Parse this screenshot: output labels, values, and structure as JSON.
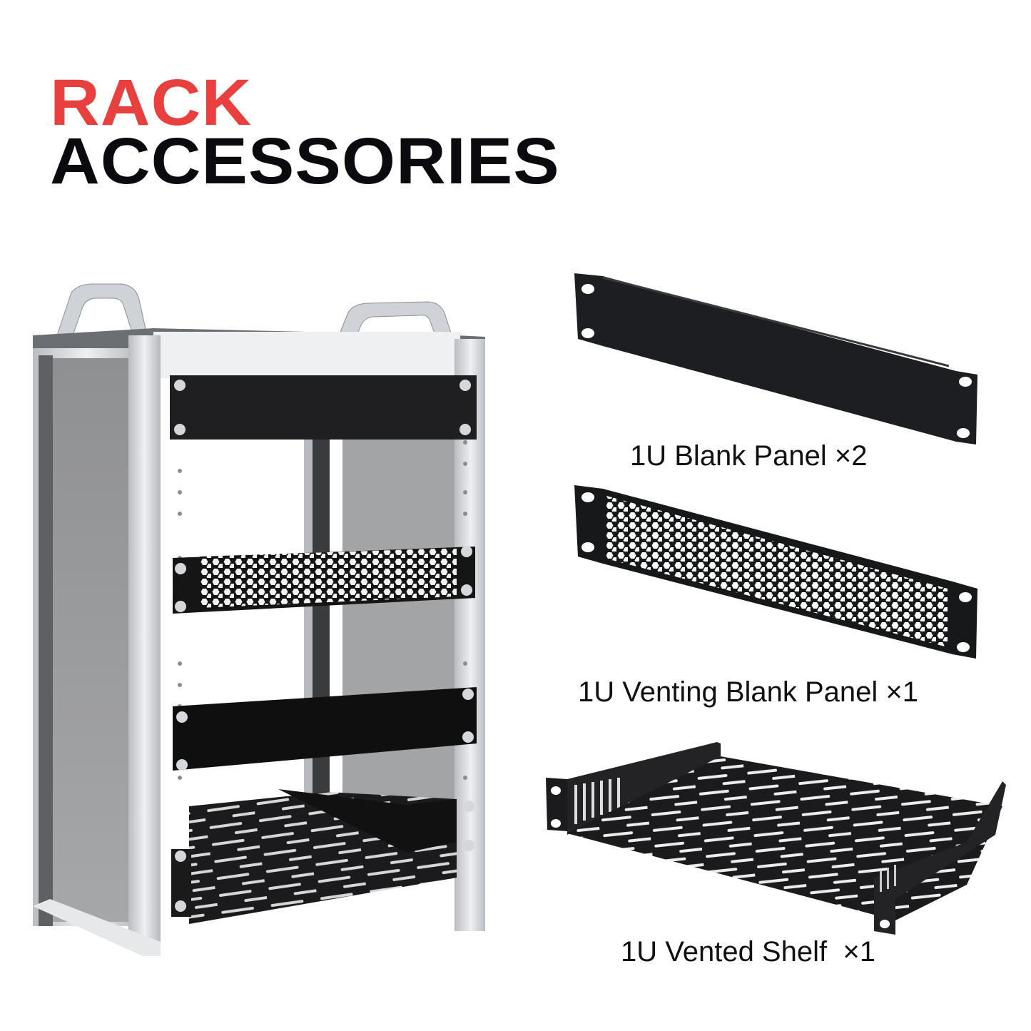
{
  "title": {
    "line1": "RACK",
    "line2": "ACCESSORIES",
    "line1_color": "#e8403f",
    "line2_color": "#0a0a0f"
  },
  "products": [
    {
      "name": "1U Blank Panel ×2",
      "type": "blank-panel",
      "quantity": 2
    },
    {
      "name": "1U Venting Blank Panel ×1",
      "type": "venting-blank-panel",
      "quantity": 1
    },
    {
      "name": "1U Vented Shelf  ×1",
      "type": "vented-shelf",
      "quantity": 1
    }
  ],
  "hero": {
    "subject": "aluminum rack enclosure with mounted blank panel, venting panel, blank panel and vented shelf",
    "frame_color": "#c9ccd1",
    "panel_color": "#1a1a1c",
    "glass_color": "#9a9a9c"
  }
}
